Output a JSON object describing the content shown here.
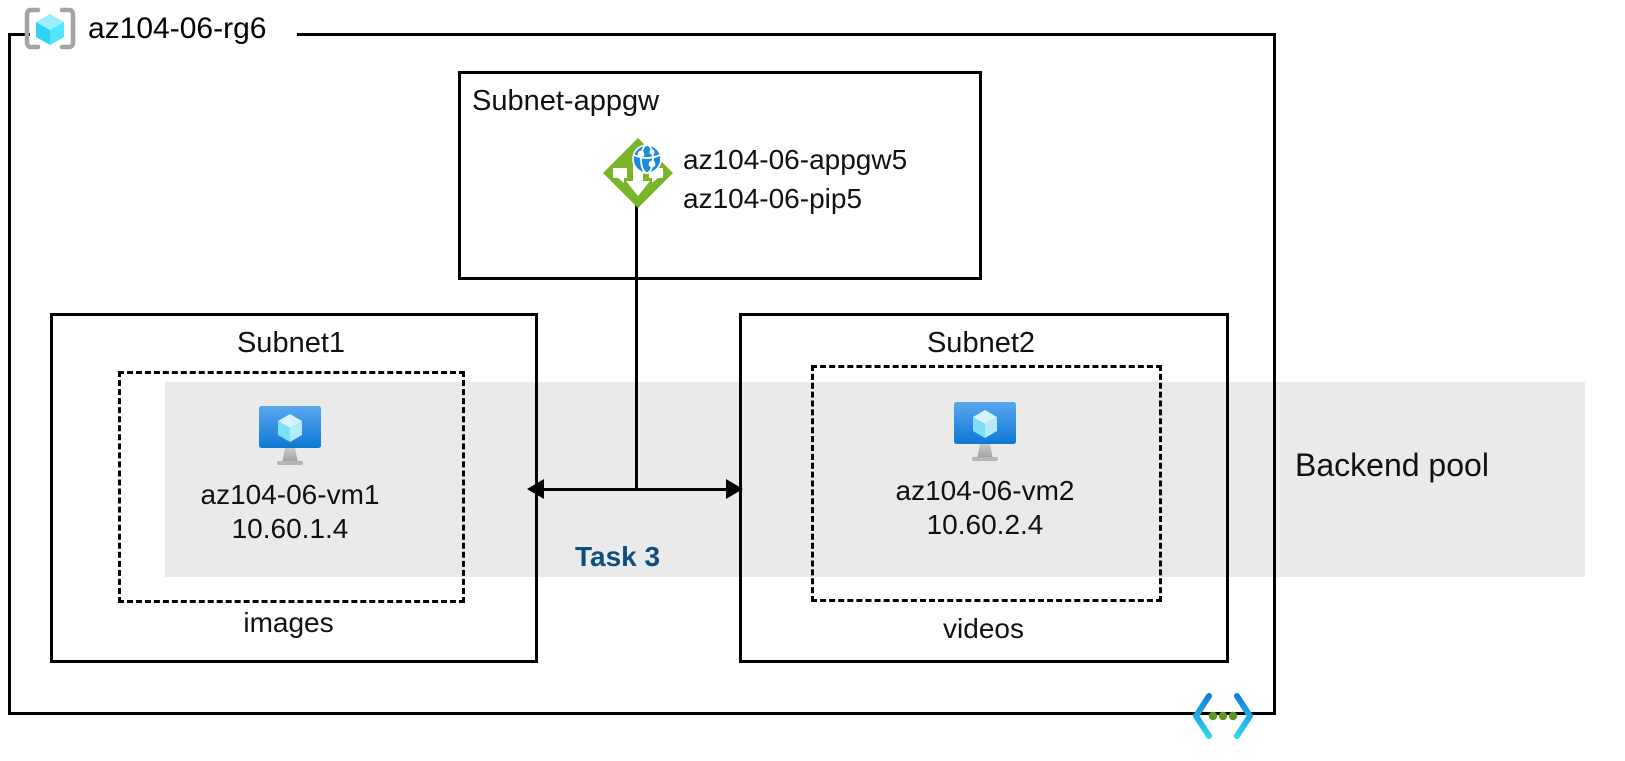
{
  "diagram": {
    "resource_group": {
      "name": "az104-06-rg6",
      "icon": "resource-group-cube-icon"
    },
    "vnet": {
      "icon": "virtual-network-icon"
    },
    "subnets": [
      {
        "id": "subnet-appgw",
        "title": "Subnet-appgw",
        "resources": {
          "icon": "application-gateway-icon",
          "line1": "az104-06-appgw5",
          "line2": "az104-06-pip5"
        }
      },
      {
        "id": "subnet1",
        "title": "Subnet1",
        "asg_label": "images",
        "vm": {
          "icon": "virtual-machine-icon",
          "name": "az104-06-vm1",
          "ip": "10.60.1.4"
        }
      },
      {
        "id": "subnet2",
        "title": "Subnet2",
        "asg_label": "videos",
        "vm": {
          "icon": "virtual-machine-icon",
          "name": "az104-06-vm2",
          "ip": "10.60.2.4"
        }
      }
    ],
    "backend_pool": {
      "label": "Backend pool",
      "band_color": "#EAEAEA"
    },
    "connector": {
      "task_label": "Task 3",
      "task_label_color": "#0E4D7D",
      "type": "bidirectional-arrow"
    },
    "colors": {
      "stroke": "#000000",
      "appgw_green": "#7AB429",
      "appgw_globe_blue": "#0078D4",
      "vm_blue_top": "#55A2EE",
      "vm_blue_bottom": "#0F7BD4",
      "vm_cube_cyan": "#C3EEFB",
      "rg_icon_cyan": "#50E6FF",
      "rg_bracket_gray": "#A3A3A3",
      "vnet_blue": "#0F82D8",
      "vnet_cyan": "#32D2F2",
      "vnet_green": "#5E9624"
    }
  }
}
